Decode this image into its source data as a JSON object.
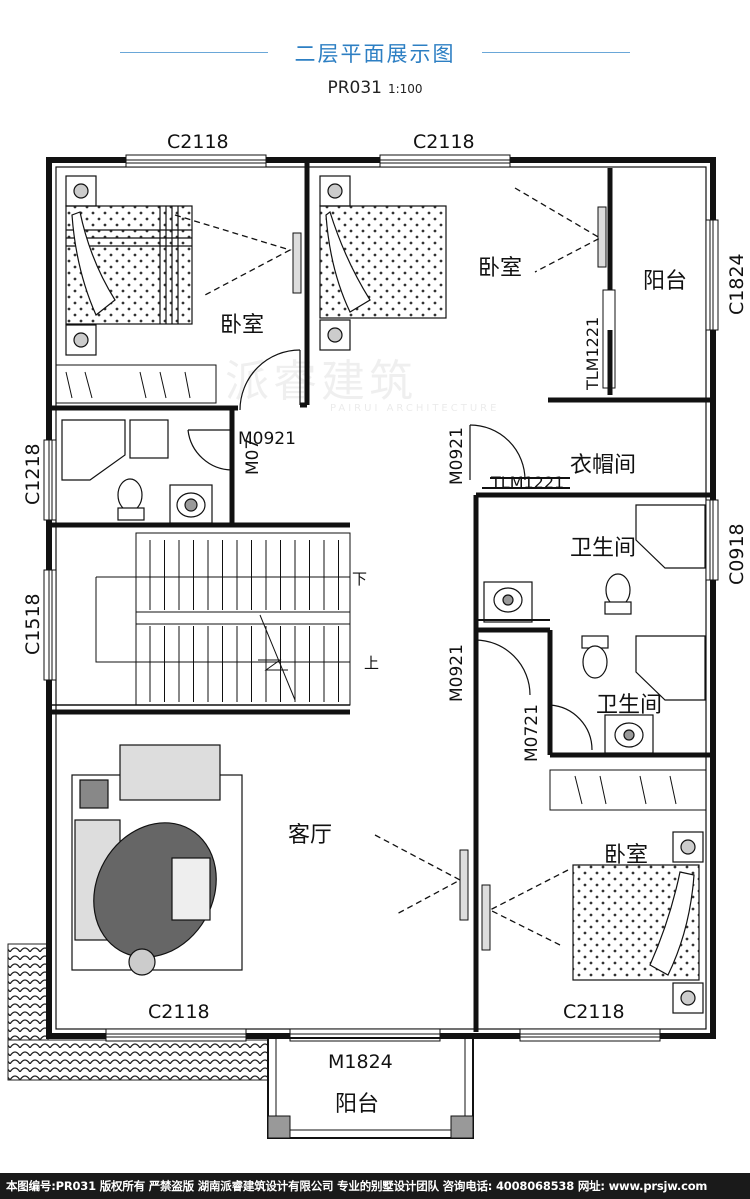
{
  "header": {
    "title": "二层平面展示图",
    "code": "PR031",
    "scale": "1:100"
  },
  "rooms": {
    "bedroom_nw": "卧室",
    "bedroom_ne": "卧室",
    "balcony_e": "阳台",
    "cloakroom": "衣帽间",
    "bath_1": "卫生间",
    "bath_2": "卫生间",
    "living": "客厅",
    "bedroom_se": "卧室",
    "balcony_s": "阳台"
  },
  "labels": {
    "w_top_left": "C2118",
    "w_top_mid": "C2118",
    "w_right_upper": "C1824",
    "w_left_upper": "C1218",
    "w_left_stair": "C1518",
    "w_right_bath": "C0918",
    "w_bottom_left": "C2118",
    "w_bottom_right": "C2118",
    "door_m1824": "M1824",
    "door_m0921_a": "M0921",
    "door_m07": "M07",
    "door_m0921_b": "M0921",
    "door_tlm1221_a": "TLM1221",
    "door_tlm1221_b": "TLM1221",
    "door_m0921_c": "M0921",
    "door_m0721": "M0721",
    "stair_down": "下",
    "stair_up": "上"
  },
  "watermark": {
    "main": "派睿建筑",
    "sub": "PAIRUI ARCHITECTURE"
  },
  "footer": {
    "text": "本图编号:PR031 版权所有 严禁盗版 湖南派睿建筑设计有限公司 专业的别墅设计团队 咨询电话: 4008068538 网址: www.prsjw.com"
  },
  "colors": {
    "accent": "#2d7fc3",
    "wall": "#111111",
    "footer_bg": "#1a1a1a"
  }
}
